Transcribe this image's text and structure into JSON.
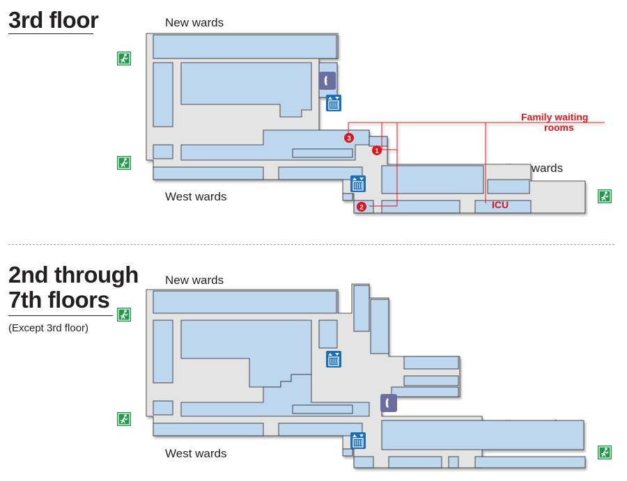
{
  "floor_3": {
    "title": "3rd floor",
    "new_wards_label": "New wards",
    "west_wards_label": "West wards",
    "east_wards_label": "East wards",
    "icu_label": "ICU",
    "family_waiting_label_line1": "Family waiting",
    "family_waiting_label_line2": "rooms",
    "markers": [
      "1",
      "2",
      "3"
    ]
  },
  "floors_2_7": {
    "title_line1": "2nd through",
    "title_line2": "7th floors",
    "subtitle": "(Except 3rd floor)",
    "new_wards_label": "New wards",
    "west_wards_label": "West wards",
    "east_wards_label": "East wards"
  },
  "colors": {
    "room": "#bdd7ee",
    "corridor": "#e4e4e4",
    "exit_sign": "#1f9a48",
    "elevator": "#1b6fb5",
    "telephone": "#6a6fa0",
    "highlight": "#e0131c"
  },
  "icons": [
    "emergency-exit-icon",
    "elevator-icon",
    "telephone-icon",
    "family-waiting-room-marker"
  ]
}
